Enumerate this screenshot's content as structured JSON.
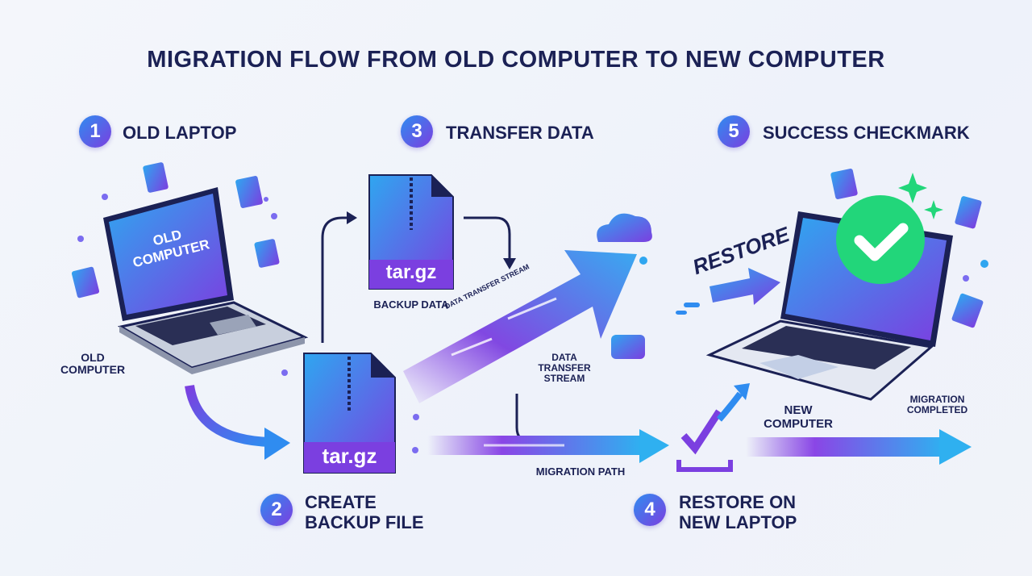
{
  "title": "MIGRATION FLOW FROM OLD COMPUTER TO NEW COMPUTER",
  "steps": [
    {
      "number": "1",
      "label": "OLD LAPTOP"
    },
    {
      "number": "2",
      "label_line1": "CREATE",
      "label_line2": "BACKUP FILE"
    },
    {
      "number": "3",
      "label": "TRANSFER DATA"
    },
    {
      "number": "4",
      "label_line1": "RESTORE ON",
      "label_line2": "NEW LAPTOP"
    },
    {
      "number": "5",
      "label": "SUCCESS CHECKMARK"
    }
  ],
  "old_laptop": {
    "screen_line1": "OLD",
    "screen_line2": "COMPUTER",
    "caption_line1": "OLD",
    "caption_line2": "COMPUTER"
  },
  "archive": {
    "ext": "tar.gz",
    "backup_caption": "BACKUP DATA"
  },
  "stream": {
    "diagonal_label": "DATA TRANSFER STREAM",
    "caption_line1": "DATA",
    "caption_line2": "TRANSFER",
    "caption_line3": "STREAM"
  },
  "migration_path_label": "MIGRATION PATH",
  "restore_label": "RESTORE",
  "new_laptop": {
    "caption_line1": "NEW",
    "caption_line2": "COMPUTER"
  },
  "completed": {
    "line1": "MIGRATION",
    "line2": "COMPLETED"
  },
  "colors": {
    "navy": "#1b2155",
    "blue": "#2fa6f0",
    "purple": "#7b3fe0",
    "green": "#22d67a"
  }
}
